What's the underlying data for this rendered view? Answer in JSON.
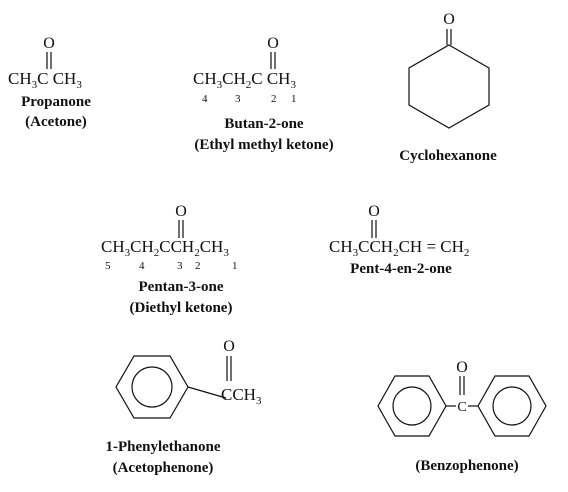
{
  "compounds": [
    {
      "oxygen": "O",
      "formula": [
        "CH",
        "3",
        "C CH",
        "3"
      ],
      "names": [
        "Propanone",
        "(Acetone)"
      ]
    },
    {
      "oxygen": "O",
      "formula": [
        "CH",
        "3",
        "CH",
        "2",
        "C CH",
        "3"
      ],
      "numbers": [
        "4",
        "3",
        "2",
        "1"
      ],
      "names": [
        "Butan-2-one",
        "(Ethyl methyl ketone)"
      ]
    },
    {
      "oxygen": "O",
      "names": [
        "Cyclohexanone"
      ]
    },
    {
      "oxygen": "O",
      "formula": [
        "CH",
        "3",
        "CH",
        "2",
        "CCH",
        "2",
        "CH",
        "3"
      ],
      "numbers": [
        "5",
        "4",
        "3",
        "2",
        "1"
      ],
      "names": [
        "Pentan-3-one",
        "(Diethyl ketone)"
      ]
    },
    {
      "oxygen": "O",
      "formula": [
        "CH",
        "3",
        "CCH",
        "2",
        "CH = CH",
        "2"
      ],
      "names": [
        "Pent-4-en-2-one"
      ]
    },
    {
      "oxygen": "O",
      "formula": [
        "CCH",
        "3"
      ],
      "names": [
        "1-Phenylethanone",
        "(Acetophenone)"
      ]
    },
    {
      "oxygen": "O",
      "carbon": "C",
      "names": [
        "(Benzophenone)"
      ]
    }
  ]
}
